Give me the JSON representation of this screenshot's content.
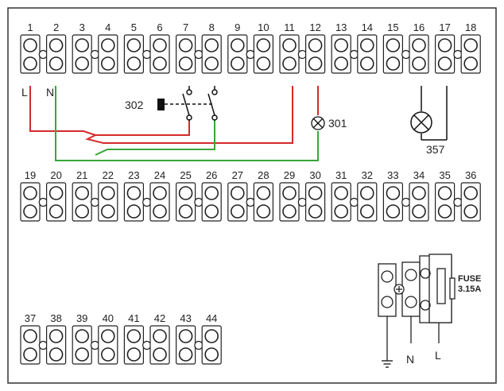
{
  "strip_top": {
    "terminals": [
      "1",
      "2",
      "3",
      "4",
      "5",
      "6",
      "7",
      "8",
      "9",
      "10",
      "11",
      "12",
      "13",
      "14",
      "15",
      "16",
      "17",
      "18"
    ]
  },
  "strip_middle": {
    "terminals": [
      "19",
      "20",
      "21",
      "22",
      "23",
      "24",
      "25",
      "26",
      "27",
      "28",
      "29",
      "30",
      "31",
      "32",
      "33",
      "34",
      "35",
      "36"
    ]
  },
  "strip_bottom": {
    "terminals": [
      "37",
      "38",
      "39",
      "40",
      "41",
      "42",
      "43",
      "44"
    ]
  },
  "wiring": {
    "label_live": "L",
    "label_neutral": "N",
    "switch_label": "302",
    "lamp1_label": "301",
    "lamp2_label": "357",
    "wire_red": "#d42a2a",
    "wire_green": "#3aa63a"
  },
  "power_block": {
    "fuse_title": "FUSE",
    "fuse_rating": "3.15A",
    "ground_label": "⏚",
    "neutral_label": "N",
    "live_label": "L"
  }
}
